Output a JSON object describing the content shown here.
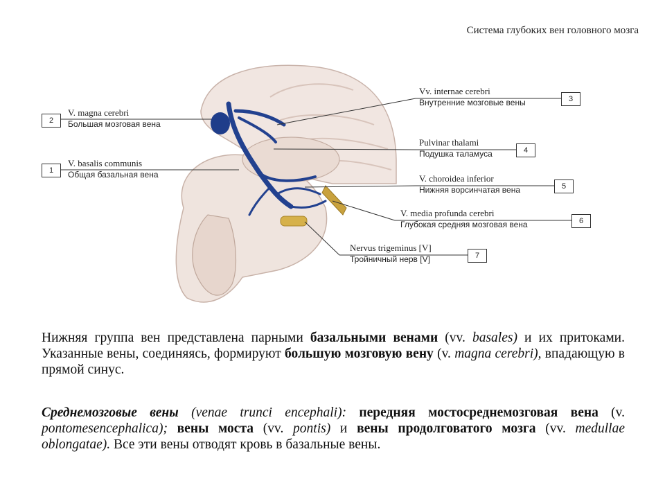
{
  "header": {
    "title": "Система глубоких вен головного мозга"
  },
  "figure": {
    "labels": [
      {
        "num": "1",
        "latin": "V. basalis communis",
        "russian": "Общая базальная вена"
      },
      {
        "num": "2",
        "latin": "V. magna cerebri",
        "russian": "Большая мозговая вена"
      },
      {
        "num": "3",
        "latin": "Vv. internae cerebri",
        "russian": "Внутренние мозговые вены"
      },
      {
        "num": "4",
        "latin": "Pulvinar thalami",
        "russian": "Подушка таламуса"
      },
      {
        "num": "5",
        "latin": "V. choroidea inferior",
        "russian": "Нижняя ворсинчатая вена"
      },
      {
        "num": "6",
        "latin": "V. media profunda cerebri",
        "russian": "Глубокая средняя мозговая вена"
      },
      {
        "num": "7",
        "latin": "Nervus trigeminus [V]",
        "russian": "Тройничный нерв [V]"
      }
    ]
  },
  "text": {
    "p1": {
      "s1": "Нижняя группа вен представлена парными ",
      "b1": "базальными венами",
      "s2": " (vv. ",
      "i1": "basales)",
      "s3": " и их притоками. Указанные вены, соединяясь, формируют ",
      "b2": "большую мозговую вену",
      "s4": " (v. ",
      "i2": "magna cerebri),",
      "s5": " впадающую в прямой синус."
    },
    "p2": {
      "bi1": "Среднемозговые вены",
      "s1": " ",
      "i1": "(venae trunci encephali):",
      "s2": " ",
      "b1": "передняя мостосреднемозговая вена",
      "s3": " (v. ",
      "i2": "pontomesencephalica);",
      "s4": " ",
      "b2": "вены моста",
      "s5": " (vv. ",
      "i3": "pontis)",
      "s6": " и ",
      "b3": "вены продолговатого мозга",
      "s7": " (vv. ",
      "i4": "medullae oblongatae).",
      "s8": " Все эти вены отводят кровь в базальные вены."
    }
  }
}
